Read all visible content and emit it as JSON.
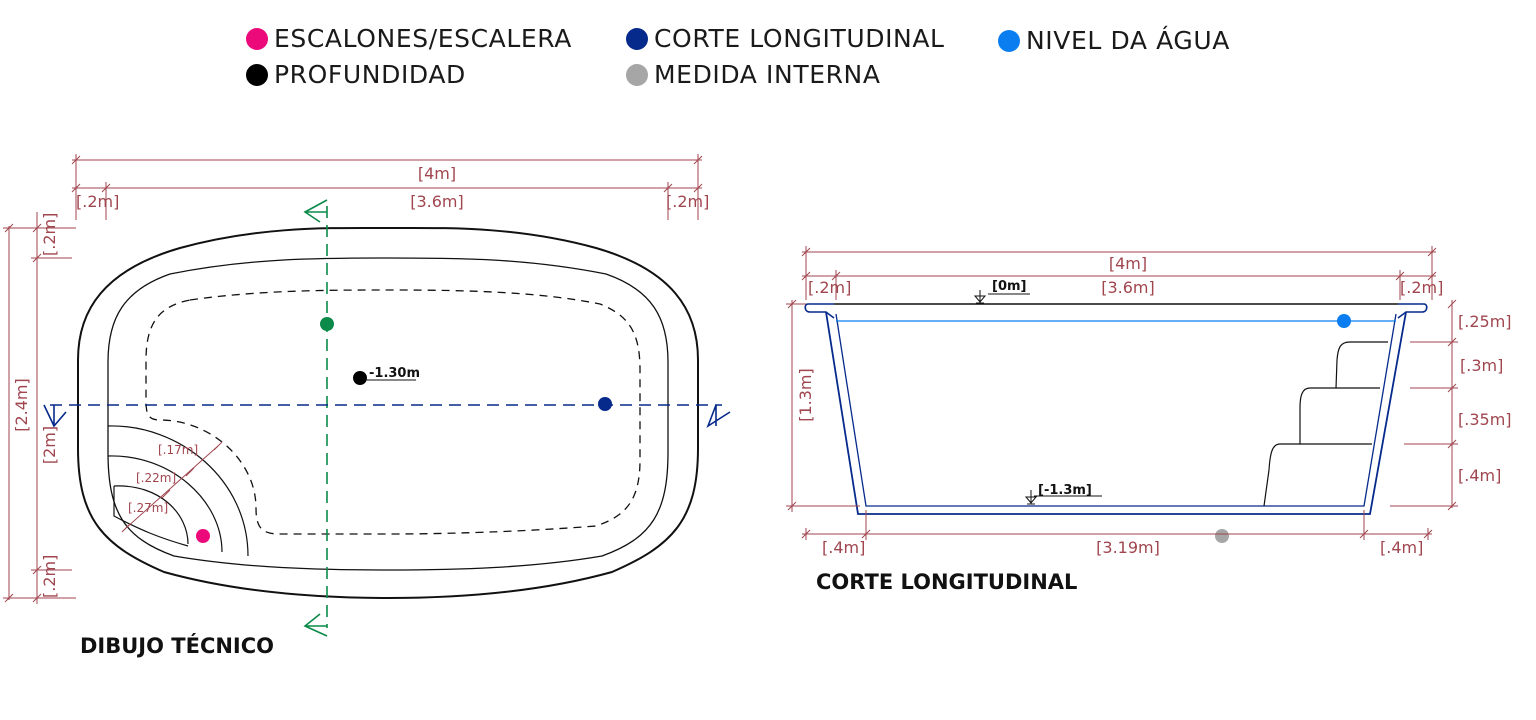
{
  "colors": {
    "pink": "#ec0a7a",
    "black": "#000000",
    "navy": "#062a8c",
    "gray": "#a6a6a6",
    "blue": "#0a7ef0",
    "green": "#0c8a4a",
    "dimension": "#a0464f"
  },
  "legend": {
    "steps": "ESCALONES/ESCALERA",
    "depth": "PROFUNDIDAD",
    "section": "CORTE LONGITUDINAL",
    "internal": "MEDIDA INTERNA",
    "water": "NIVEL DA ÁGUA"
  },
  "plan": {
    "title": "DIBUJO TÉCNICO",
    "depth_label": "-1.30m",
    "dims": {
      "total_width": "[4m]",
      "inner_width": "[3.6m]",
      "rim_left": "[.2m]",
      "rim_right": "[.2m]",
      "total_height": "[2.4m]",
      "inner_height": "[2m]",
      "rim_top": "[.2m]",
      "rim_bottom": "[.2m]",
      "step1": "[.17m]",
      "step2": "[.22m]",
      "step3": "[.27m]"
    }
  },
  "section": {
    "title": "CORTE LONGITUDINAL",
    "level_top": "[0m]",
    "level_bottom": "[-1.3m]",
    "dims": {
      "total_width": "[4m]",
      "inner_width": "[3.6m]",
      "rim_left": "[.2m]",
      "rim_right": "[.2m]",
      "depth": "[1.3m]",
      "step_a": "[.25m]",
      "step_b": "[.3m]",
      "step_c": "[.35m]",
      "step_d": "[.4m]",
      "bottom_left": "[.4m]",
      "bottom_mid": "[3.19m]",
      "bottom_right": "[.4m]"
    }
  }
}
